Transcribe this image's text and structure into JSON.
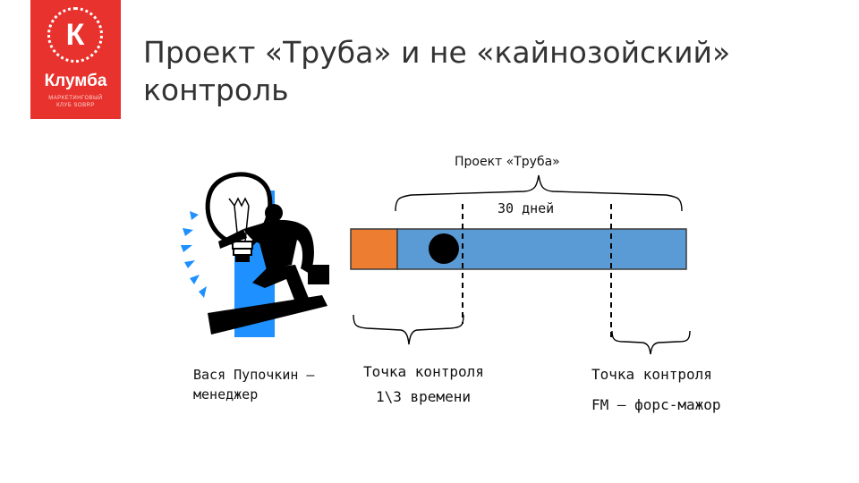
{
  "logo": {
    "letter": "К",
    "name": "Клумба",
    "subtitle_line1": "МАРКЕТИНГОВЫЙ",
    "subtitle_line2": "КЛУБ SOBRP"
  },
  "slide": {
    "title_line1": "Проект «Труба» и не «кайнозойский»",
    "title_line2": "контроль"
  },
  "diagram": {
    "project_label": "Проект «Труба»",
    "duration_label": "30 дней",
    "manager_line1": "Вася Пупочкин –",
    "manager_line2": "менеджер",
    "checkpoint1_line1": "Точка контроля",
    "checkpoint1_line2": "1\\3 времени",
    "checkpoint2_line1": "Точка контроля",
    "checkpoint2_line2": "FM – форс-мажор",
    "colors": {
      "orange_segment": "#ed7d31",
      "blue_bar": "#5b9bd5",
      "clipart_blue": "#1e90ff"
    }
  }
}
